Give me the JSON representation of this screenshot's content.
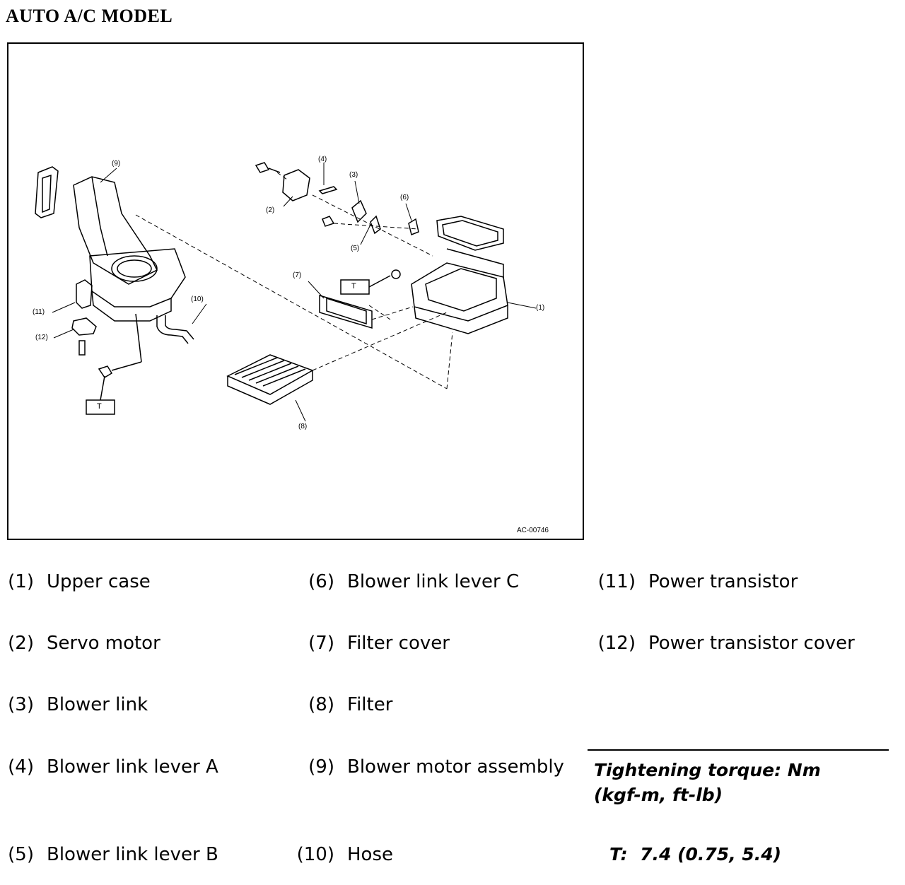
{
  "title": "AUTO A/C MODEL",
  "figure": {
    "code": "AC-00746",
    "callouts": [
      "(1)",
      "(2)",
      "(3)",
      "(4)",
      "(5)",
      "(6)",
      "(7)",
      "(8)",
      "(9)",
      "(10)",
      "(11)",
      "(12)"
    ],
    "torque_tag": "T"
  },
  "legend": [
    {
      "num": "(1)",
      "label": "Upper case"
    },
    {
      "num": "(2)",
      "label": "Servo motor"
    },
    {
      "num": "(3)",
      "label": "Blower link"
    },
    {
      "num": "(4)",
      "label": "Blower link lever A"
    },
    {
      "num": "(5)",
      "label": "Blower link lever B"
    },
    {
      "num": "(6)",
      "label": "Blower link lever C"
    },
    {
      "num": "(7)",
      "label": "Filter cover"
    },
    {
      "num": "(8)",
      "label": "Filter"
    },
    {
      "num": "(9)",
      "label": "Blower motor assembly"
    },
    {
      "num": "(10)",
      "label": "Hose"
    },
    {
      "num": "(11)",
      "label": "Power transistor"
    },
    {
      "num": "(12)",
      "label": "Power transistor cover"
    }
  ],
  "torque": {
    "heading_line1": "Tightening torque: Nm",
    "heading_line2": "(kgf-m, ft-lb)",
    "value": "T:  7.4 (0.75, 5.4)"
  }
}
